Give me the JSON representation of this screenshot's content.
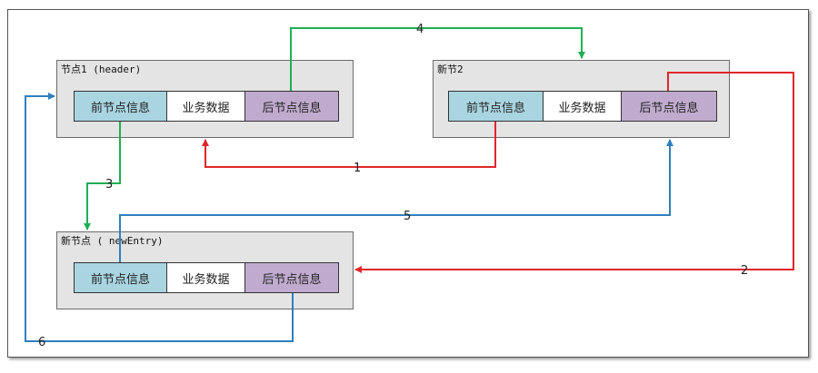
{
  "nodes": {
    "header": {
      "title": "节点1 (header)",
      "prev": "前节点信息",
      "data": "业务数据",
      "next": "后节点信息"
    },
    "node2": {
      "title": "新节2",
      "prev": "前节点信息",
      "data": "业务数据",
      "next": "后节点信息"
    },
    "new_entry": {
      "title": "新节点 ( newEntry)",
      "prev": "前节点信息",
      "data": "业务数据",
      "next": "后节点信息"
    }
  },
  "arrows": [
    {
      "label": "1",
      "color": "#e0262b"
    },
    {
      "label": "2",
      "color": "#e0262b"
    },
    {
      "label": "3",
      "color": "#1faf55"
    },
    {
      "label": "4",
      "color": "#1faf55"
    },
    {
      "label": "5",
      "color": "#2f7fbf"
    },
    {
      "label": "6",
      "color": "#2f7fbf"
    }
  ]
}
